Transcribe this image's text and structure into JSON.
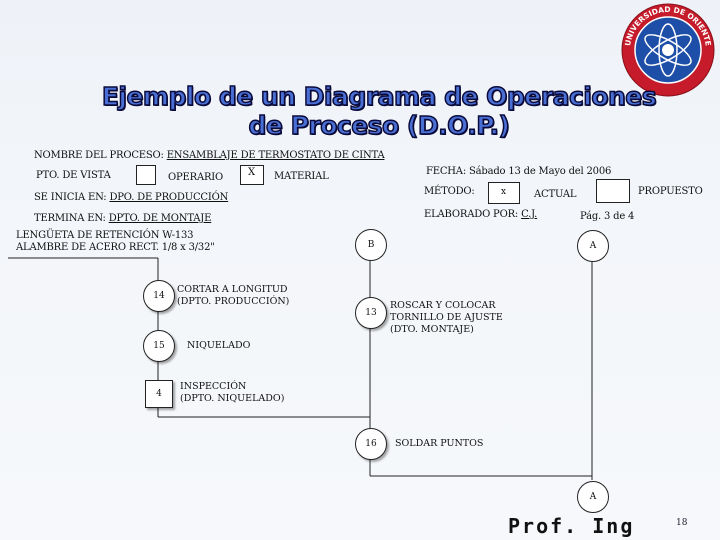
{
  "title": "Ejemplo de un Diagrama de Operaciones de Proceso (D.O.P.)",
  "logo": {
    "text": "UNIVERSIDAD DE ORIENTE",
    "colors": {
      "outer": "#c51b2a",
      "inner": "#1e4fa8"
    }
  },
  "header": {
    "process_label": "NOMBRE DEL PROCESO:",
    "process_value": "ENSAMBLAJE DE TERMOSTATO DE CINTA",
    "view_point": "PTO. DE VISTA",
    "operator": "OPERARIO",
    "operator_mark": "X",
    "material": "MATERIAL",
    "starts_label": "SE INICIA EN:",
    "starts_value": "DPO. DE PRODUCCIÓN",
    "ends_label": "TERMINA EN:",
    "ends_value": "DPTO. DE MONTAJE",
    "date": "FECHA: Sábado 13 de Mayo del 2006",
    "method_label": "MÉTODO:",
    "method_mark": "x",
    "actual": "ACTUAL",
    "proposed": "PROPUESTO",
    "made_by_label": "ELABORADO POR:",
    "made_by_value": "C.J.",
    "page": "Pág. 3 de 4"
  },
  "materials": {
    "line1": "LENGÜETA DE RETENCIÓN W-133",
    "line2": "ALAMBRE DE ACERO RECT. 1/8 x 3/32\""
  },
  "left_flow": [
    {
      "number": "14",
      "shape": "operation",
      "label_1": "CORTAR A LONGITUD",
      "label_2": "(DPTO. PRODUCCIÓN)"
    },
    {
      "number": "15",
      "shape": "operation",
      "label_1": "NIQUELADO",
      "label_2": ""
    },
    {
      "number": "4",
      "shape": "inspection",
      "label_1": "INSPECCIÓN",
      "label_2": "(DPTO. NIQUELADO)"
    }
  ],
  "right_flow": [
    {
      "number": "13",
      "shape": "operation",
      "label_1": "ROSCAR Y COLOCAR",
      "label_2": "TORNILLO DE AJUSTE",
      "label_3": "(DTO. MONTAJE)"
    },
    {
      "number": "16",
      "shape": "operation",
      "label_1": "SOLDAR PUNTOS"
    }
  ],
  "connectors": {
    "b_top": "B",
    "a_top": "A",
    "a_bottom": "A"
  },
  "footer": {
    "text": "Prof.  Ing",
    "page_number": "18"
  }
}
